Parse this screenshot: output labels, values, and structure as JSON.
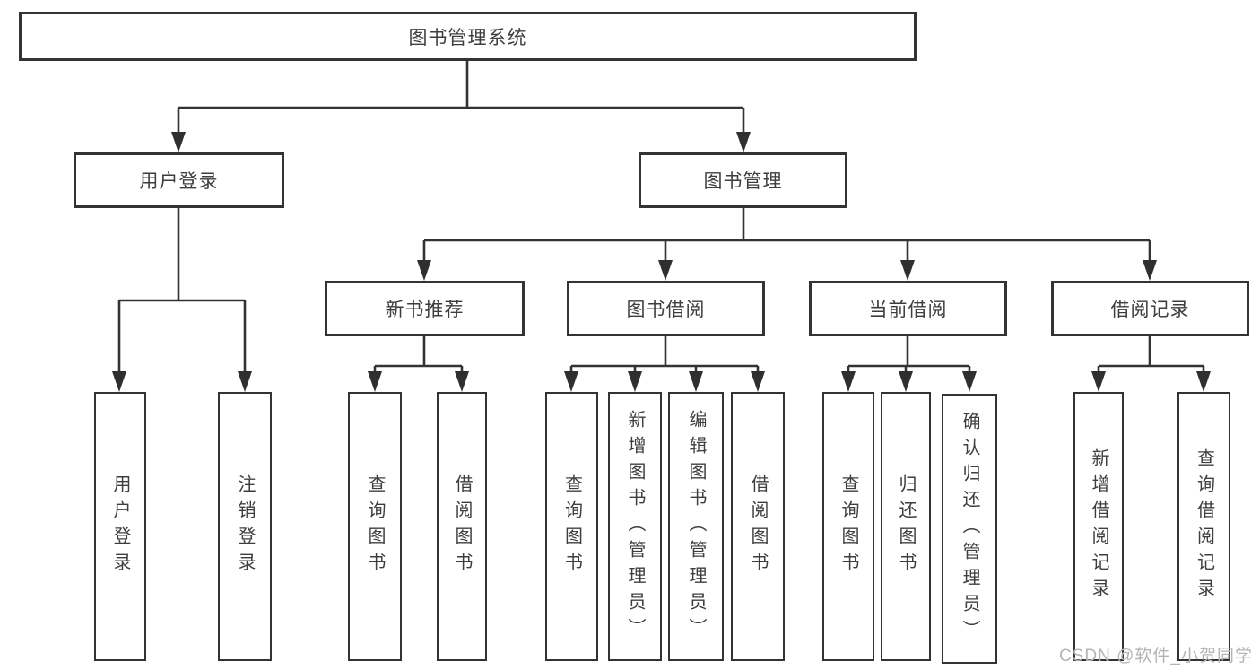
{
  "nodes": {
    "root": "图书管理系统",
    "user_login": "用户登录",
    "book_mgmt": "图书管理",
    "new_book_rec": "新书推荐",
    "book_borrow": "图书借阅",
    "current_borrow": "当前借阅",
    "borrow_records": "借阅记录",
    "leaf_user_login": "用户登录",
    "leaf_logout_login": "注销登录",
    "leaf_query_book_rec": "查询图书",
    "leaf_borrow_book_rec": "借阅图书",
    "leaf_query_book_borrow": "查询图书",
    "leaf_add_book_admin": "新增图书（管理员）",
    "leaf_edit_book_admin": "编辑图书（管理员）",
    "leaf_borrow_book_borrow": "借阅图书",
    "leaf_query_book_current": "查询图书",
    "leaf_return_book": "归还图书",
    "leaf_confirm_return_admin": "确认归还（管理员）",
    "leaf_add_borrow_record": "新增借阅记录",
    "leaf_query_borrow_record": "查询借阅记录"
  },
  "watermark": "CSDN @软件_小贺同学",
  "colors": {
    "line": "#333333",
    "box_border": "#333333",
    "text": "#3e3e3e",
    "watermark": "#b4b4b4",
    "background": "#ffffff"
  }
}
